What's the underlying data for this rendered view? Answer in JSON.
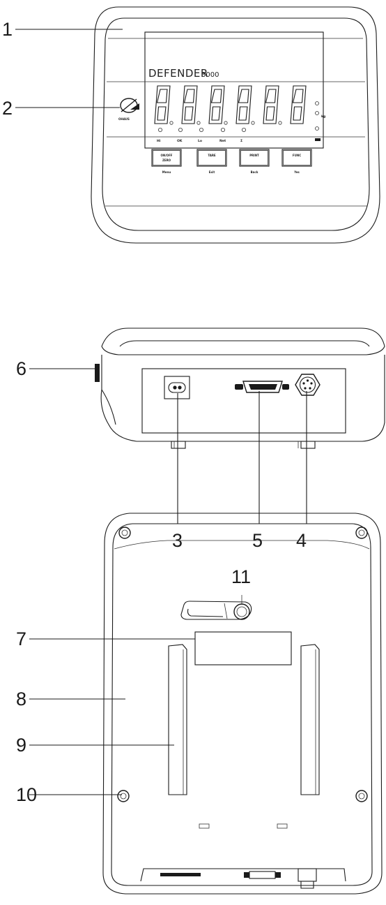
{
  "callouts": [
    {
      "label": "1"
    },
    {
      "label": "2"
    },
    {
      "label": "6"
    },
    {
      "label": "3"
    },
    {
      "label": "5"
    },
    {
      "label": "4"
    },
    {
      "label": "11"
    },
    {
      "label": "7"
    },
    {
      "label": "8"
    },
    {
      "label": "9"
    },
    {
      "label": "10"
    }
  ],
  "front_panel": {
    "brand": "DEFENDER",
    "model": "3000",
    "logo_text": "OHAUS",
    "digits": [
      "8",
      "8",
      "8",
      "8",
      "8",
      "8"
    ],
    "indicator_labels": [
      "Hi",
      "OK",
      "Lo",
      "Net",
      "Σ",
      "kg"
    ],
    "keys": [
      {
        "top": "ON/OFF",
        "mid": "ZERO",
        "bottom": "Menu"
      },
      {
        "top": "TARE",
        "mid": "",
        "bottom": "Exit"
      },
      {
        "top": "PRINT",
        "mid": "",
        "bottom": "Back"
      },
      {
        "top": "FUNC",
        "mid": "",
        "bottom": "Yes"
      }
    ]
  }
}
